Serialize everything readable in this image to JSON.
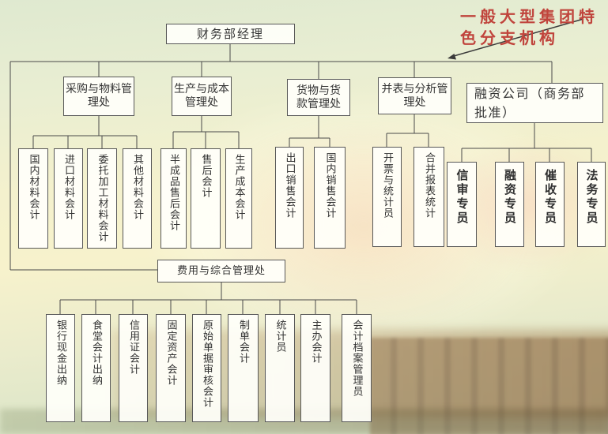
{
  "slide": {
    "annotation": {
      "text": "一般大型集团特色分支机构",
      "color": "#c0443c"
    },
    "root": {
      "label": "财务部经理"
    },
    "departments": [
      {
        "label": "采购与物料管理处",
        "children": [
          "国内材料会计",
          "进口材料会计",
          "委托加工材料会计",
          "其他材料会计"
        ]
      },
      {
        "label": "生产与成本管理处",
        "children": [
          "半成品售后会计",
          "售后会计",
          "生产成本会计"
        ]
      },
      {
        "label": "货物与货款管理处",
        "children": [
          "出口销售会计",
          "国内销售会计"
        ]
      },
      {
        "label": "并表与分析管理处",
        "children": [
          "开票与统计员",
          "合并报表统计"
        ]
      },
      {
        "label": "融资公司（商务部批准）",
        "children": [
          "信审专员",
          "融资专员",
          "催收专员",
          "法务专员"
        ]
      }
    ],
    "expense_department": {
      "label": "费用与综合管理处",
      "children": [
        "银行现金出纳",
        "食堂会计出纳",
        "信用证会计",
        "固定资产会计",
        "原始单据审核会计",
        "制单会计",
        "统计员",
        "主办会计",
        "会计档案管理员"
      ]
    }
  }
}
